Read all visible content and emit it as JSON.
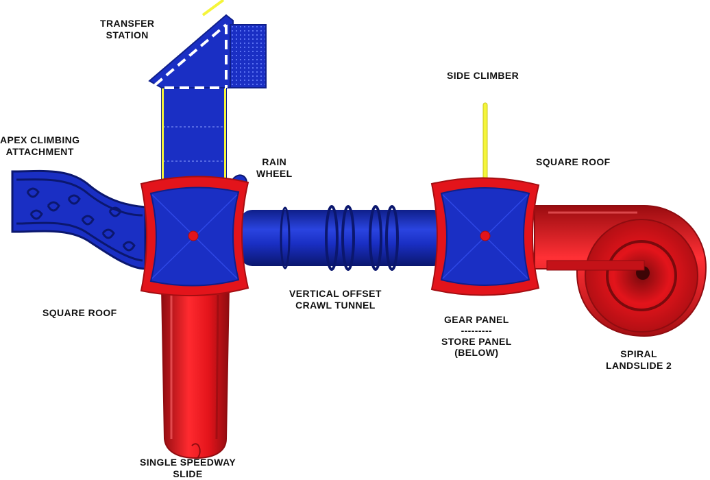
{
  "colors": {
    "blue": "#1a2fc4",
    "blue_dark": "#0f1f8a",
    "red": "#e3141b",
    "red_dark": "#a50e12",
    "yellow": "#f5f53a",
    "white": "#ffffff",
    "text": "#111111"
  },
  "labels": {
    "transfer_station": [
      "TRANSFER",
      "STATION"
    ],
    "apex_climbing": [
      "APEX CLIMBING",
      "ATTACHMENT"
    ],
    "rain_wheel": [
      "RAIN",
      "WHEEL"
    ],
    "side_climber": [
      "SIDE CLIMBER"
    ],
    "square_roof_right": [
      "SQUARE ROOF"
    ],
    "square_roof_left": [
      "SQUARE ROOF"
    ],
    "vertical_offset": [
      "VERTICAL OFFSET",
      "CRAWL TUNNEL"
    ],
    "gear_store": [
      "GEAR PANEL",
      "---------",
      "STORE PANEL",
      "(BELOW)"
    ],
    "spiral_landslide": [
      "SPIRAL",
      "LANDSLIDE 2"
    ],
    "single_speedway": [
      "SINGLE SPEEDWAY",
      "SLIDE"
    ]
  }
}
